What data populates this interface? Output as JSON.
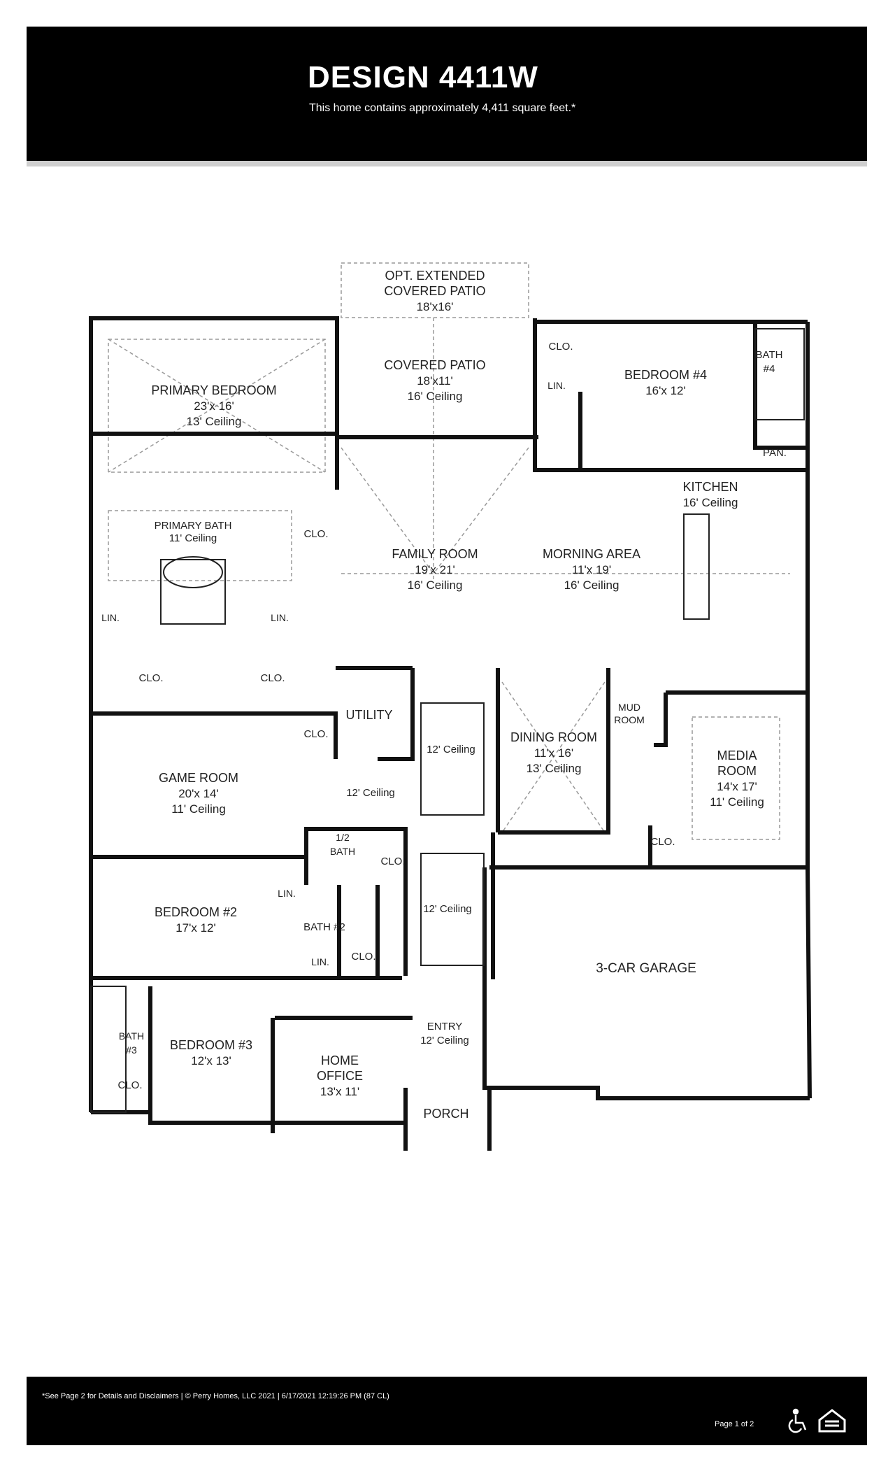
{
  "header": {
    "title": "DESIGN 4411W",
    "subtitle": "This home contains approximately 4,411 square feet.*"
  },
  "rooms": {
    "opt_patio": {
      "l1": "OPT. EXTENDED",
      "l2": "COVERED PATIO",
      "l3": "18'x16'"
    },
    "covered_patio": {
      "l1": "COVERED PATIO",
      "l2": "18'x11'",
      "l3": "16' Ceiling"
    },
    "primary_bedroom": {
      "l1": "PRIMARY BEDROOM",
      "l2": "23'x 16'",
      "l3": "13' Ceiling"
    },
    "bedroom4": {
      "l1": "BEDROOM #4",
      "l2": "16'x 12'"
    },
    "bath4": {
      "l1": "BATH",
      "l2": "#4"
    },
    "clo_b4": "CLO.",
    "lin_b4": "LIN.",
    "pan": "PAN.",
    "kitchen": {
      "l1": "KITCHEN",
      "l2": "16' Ceiling"
    },
    "primary_bath": {
      "l1": "PRIMARY BATH",
      "l2": "11' Ceiling"
    },
    "clo_pb": "CLO.",
    "family_room": {
      "l1": "FAMILY ROOM",
      "l2": "19'x 21'",
      "l3": "16' Ceiling"
    },
    "morning_area": {
      "l1": "MORNING AREA",
      "l2": "11'x 19'",
      "l3": "16' Ceiling"
    },
    "lin_left": "LIN.",
    "lin_right": "LIN.",
    "clo_left": "CLO.",
    "clo_right": "CLO.",
    "utility": "UTILITY",
    "clo_util": "CLO.",
    "ceiling_hall1": "12' Ceiling",
    "dining_room": {
      "l1": "DINING ROOM",
      "l2": "11'x 16'",
      "l3": "13' Ceiling"
    },
    "mud_room": {
      "l1": "MUD",
      "l2": "ROOM"
    },
    "media_room": {
      "l1": "MEDIA",
      "l2": "ROOM",
      "l3": "14'x 17'",
      "l4": "11' Ceiling"
    },
    "game_room": {
      "l1": "GAME ROOM",
      "l2": "20'x 14'",
      "l3": "11' Ceiling"
    },
    "ceiling_hall2": "12' Ceiling",
    "half_bath": {
      "l1": "1/2",
      "l2": "BATH"
    },
    "clo_hb": "CLO.",
    "clo_media": "CLO.",
    "bedroom2": {
      "l1": "BEDROOM #2",
      "l2": "17'x 12'"
    },
    "lin_b2": "LIN.",
    "bath2": "BATH #2",
    "ceiling_hall3": "12' Ceiling",
    "lin_b2b": "LIN.",
    "clo_b2": "CLO.",
    "garage": "3-CAR GARAGE",
    "bath3": {
      "l1": "BATH",
      "l2": "#3"
    },
    "bedroom3": {
      "l1": "BEDROOM #3",
      "l2": "12'x 13'"
    },
    "clo_b3": "CLO.",
    "home_office": {
      "l1": "HOME",
      "l2": "OFFICE",
      "l3": "13'x 11'"
    },
    "entry": {
      "l1": "ENTRY",
      "l2": "12' Ceiling"
    },
    "porch": "PORCH"
  },
  "footer": {
    "disclaimer": "*See Page 2 for Details and Disclaimers  |  © Perry Homes, LLC 2021  |  6/17/2021 12:19:26 PM (87 CL)",
    "page": "Page 1 of 2"
  },
  "icons": [
    "accessibility-icon",
    "equal-housing-icon"
  ]
}
